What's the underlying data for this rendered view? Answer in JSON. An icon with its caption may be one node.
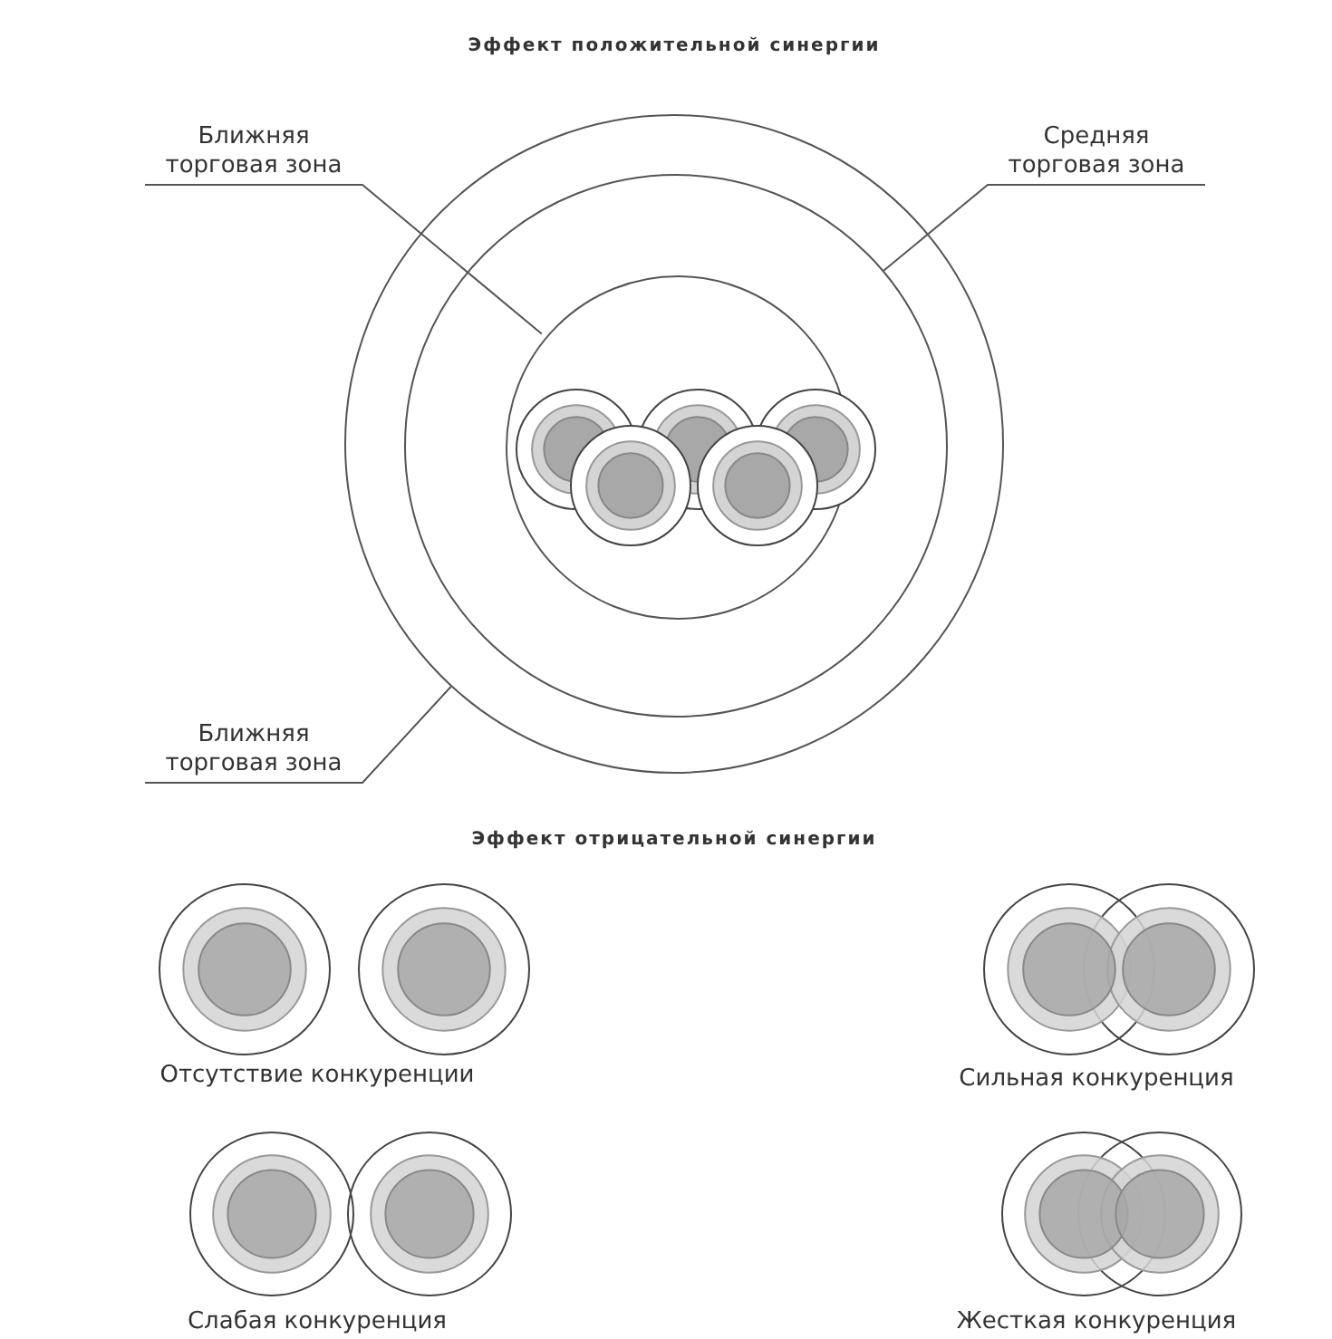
{
  "diagram": {
    "nodes": [
      {
        "text": [
          "Ближняя торговая зона"
        ]
      },
      {
        "text": [
          "Средняя торговая зона"
        ]
      },
      {
        "text": [
          "Ближняя торговая зона"
        ]
      },
      {
        "text": [],
        "shape": "circle"
      },
      {
        "text": [],
        "shape": "circle",
        "in": 3
      },
      {
        "text": [],
        "shape": "circle",
        "in": 4
      }
    ],
    "edges": [
      {
        "from": 0,
        "to": 5,
        "arrow": "none"
      },
      {
        "from": 1,
        "to": 4,
        "arrow": "none"
      },
      {
        "from": 2,
        "to": 3,
        "arrow": "none"
      }
    ],
    "labels": [
      "Эффект положительной синергии",
      "Эффект отрицательной синергии",
      "Отсутствие конкуренции",
      "Сильная конкуренция",
      "Слабая конкуренция",
      "Жесткая конкуренция"
    ]
  }
}
